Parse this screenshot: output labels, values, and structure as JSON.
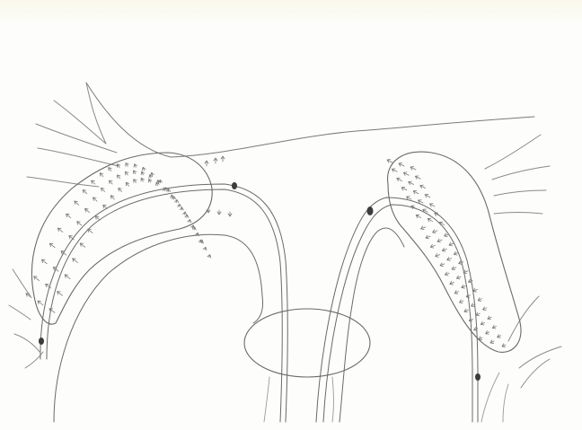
{
  "image": {
    "kind": "pencil sketch",
    "elements": [
      "left-loop-shaded-region",
      "right-loop-shaded-region",
      "central-ellipse",
      "left-strands",
      "right-strands"
    ]
  },
  "colors": {
    "paper": "#fdfdfb",
    "paper_tint": "#f6f4dc",
    "line": "#6a6a6a",
    "light_line": "#9a9a9a",
    "arrow": "#7a7a7a",
    "mark": "#3c3c3c"
  }
}
